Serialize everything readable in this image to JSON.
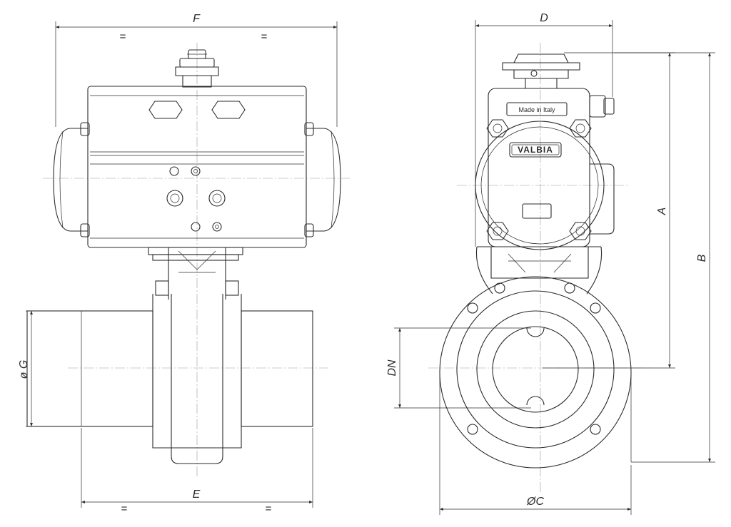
{
  "dimensions": {
    "F": "F",
    "D": "D",
    "A": "A",
    "B": "B",
    "G": "ø G",
    "DN": "DN",
    "E": "E",
    "C": "ØC",
    "equal": "="
  },
  "nameplate": {
    "made_in": "Made in Italy",
    "brand": "VALBIA"
  }
}
